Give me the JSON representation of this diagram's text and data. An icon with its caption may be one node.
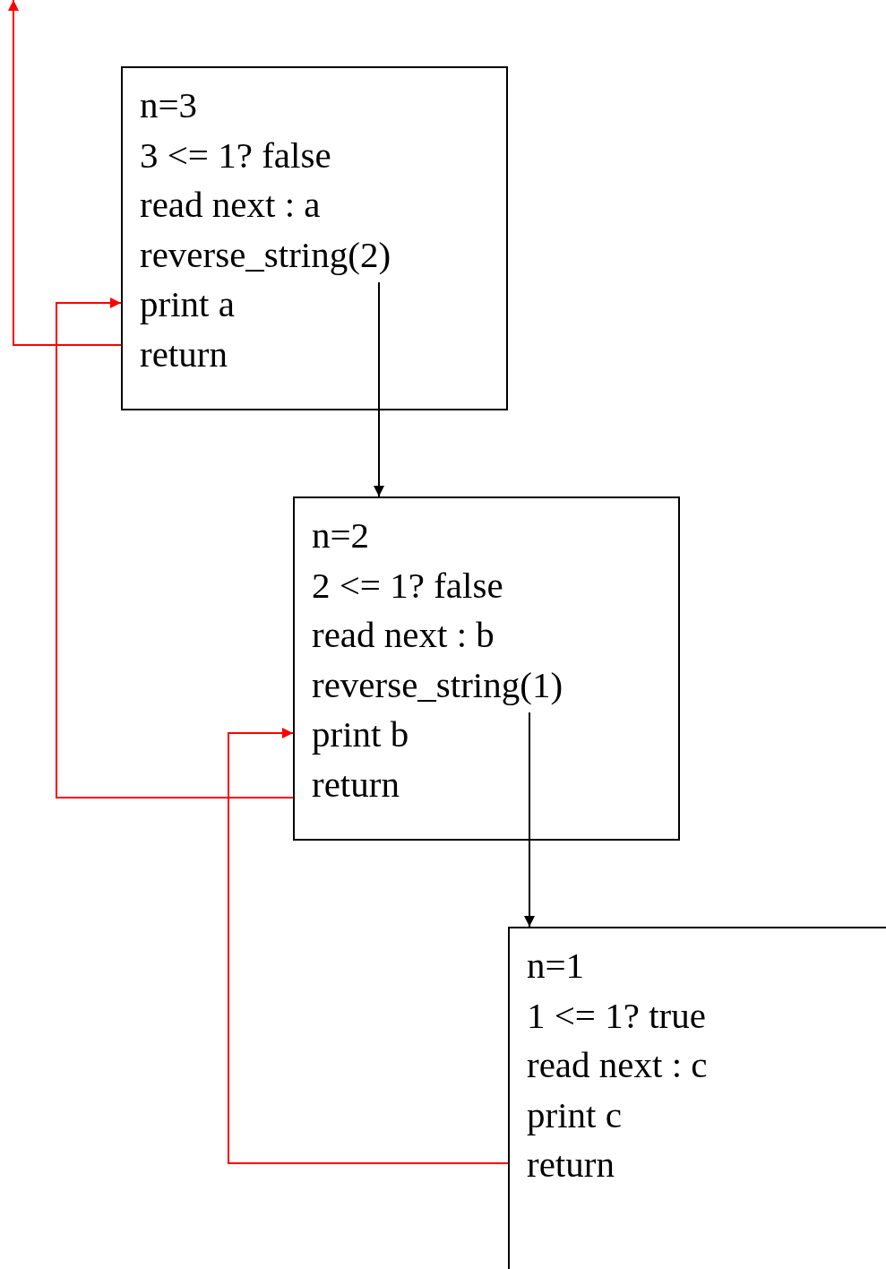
{
  "diagram": {
    "nodes": [
      {
        "text": [
          "n=3",
          "3 <= 1? false",
          "read next : a",
          "reverse_string(2)",
          "print a",
          "return"
        ]
      },
      {
        "text": [
          "n=2",
          "2 <= 1? false",
          "read next : b",
          "reverse_string(1)",
          "print b",
          "return"
        ]
      },
      {
        "text": [
          "n=1",
          "1 <= 1? true",
          "read next : c",
          "print c",
          "return"
        ]
      }
    ],
    "edges": [
      {
        "from": 0,
        "to": 1,
        "arrow": "to",
        "color": "#000000"
      },
      {
        "from": 1,
        "to": 2,
        "arrow": "to",
        "color": "#000000"
      },
      {
        "from": 2,
        "to": 1,
        "arrow": "to"
      },
      {
        "from": 1,
        "to": 0,
        "arrow": "to"
      },
      {
        "from": 0,
        "to": null,
        "arrow": "to"
      }
    ]
  }
}
